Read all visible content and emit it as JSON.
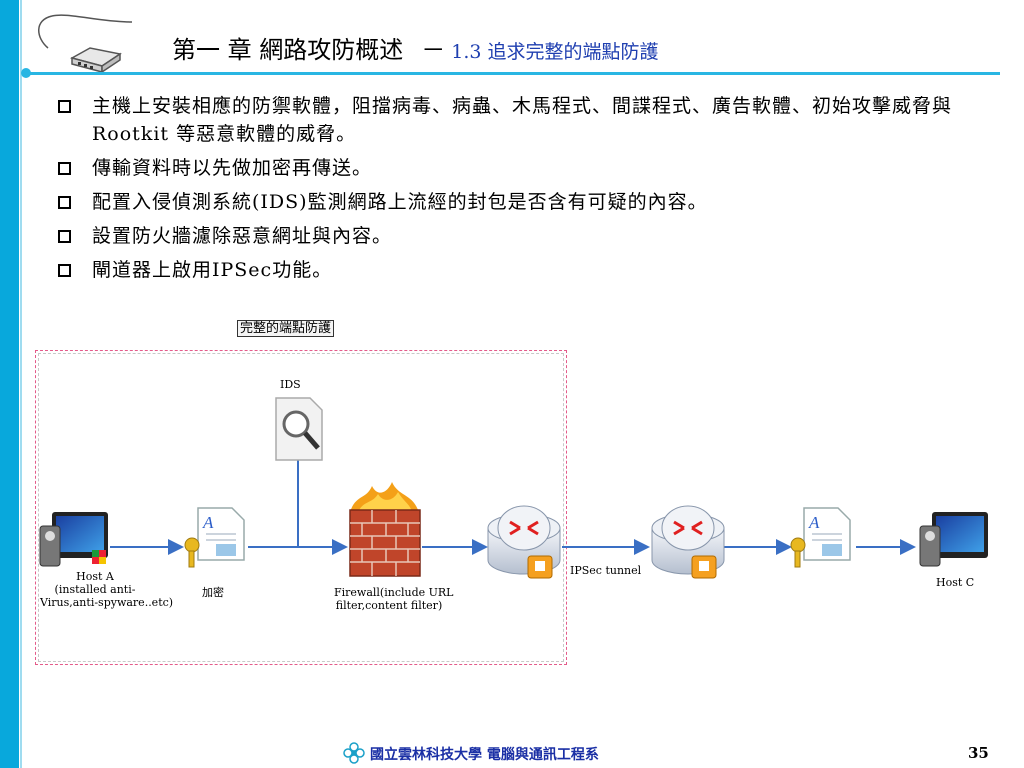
{
  "slide": {
    "title_main": "第一 章  網路攻防概述",
    "title_sep": "－",
    "title_sub": "1.3 追求完整的端點防護",
    "bullets": [
      "主機上安裝相應的防禦軟體，阻擋病毒、病蟲、木馬程式、間諜程式、廣告軟體、初始攻擊威脅與 Rootkit 等惡意軟體的威脅。",
      "傳輸資料時以先做加密再傳送。",
      "配置入侵偵測系統(IDS)監測網路上流經的封包是否含有可疑的內容。",
      "設置防火牆濾除惡意網址與內容。",
      "閘道器上啟用IPSec功能。"
    ]
  },
  "diagram": {
    "caption": "完整的端點防護",
    "ids_label": "IDS",
    "host_a_label_1": "Host A",
    "host_a_label_2": "(installed anti-",
    "host_a_label_3": "Virus,anti-spyware..etc)",
    "encrypt_label": "加密",
    "firewall_label_1": "Firewall(include URL",
    "firewall_label_2": "filter,content filter)",
    "tunnel_label": "IPSec tunnel",
    "host_c_label": "Host C"
  },
  "footer": {
    "org": "國立雲林科技大學 電腦與通訊工程系",
    "page": "35"
  }
}
